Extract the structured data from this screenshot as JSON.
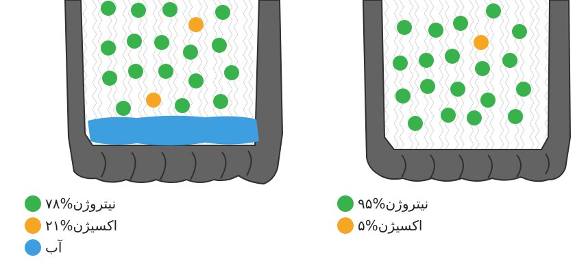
{
  "colors": {
    "nitrogen": "#38b24a",
    "oxygen": "#f6a623",
    "water": "#3d9fe0",
    "tire": "#636363",
    "tire_edge": "#2f2f2f",
    "lines": "#cfcfcf"
  },
  "panels": [
    {
      "id": "left",
      "has_water": true,
      "legend": [
        {
          "color": "#38b24a",
          "icon": "green-circle",
          "text": "نیتروژن%۷۸"
        },
        {
          "color": "#f6a623",
          "icon": "orange-circle",
          "text": "اکسیژن%۲۱"
        },
        {
          "color": "#3d9fe0",
          "icon": "blue-circle",
          "text": "آب"
        }
      ]
    },
    {
      "id": "right",
      "has_water": false,
      "legend": [
        {
          "color": "#38b24a",
          "icon": "green-circle",
          "text": "نیتروژن%۹۵"
        },
        {
          "color": "#f6a623",
          "icon": "orange-circle",
          "text": "اکسیژن%۵"
        }
      ]
    }
  ]
}
